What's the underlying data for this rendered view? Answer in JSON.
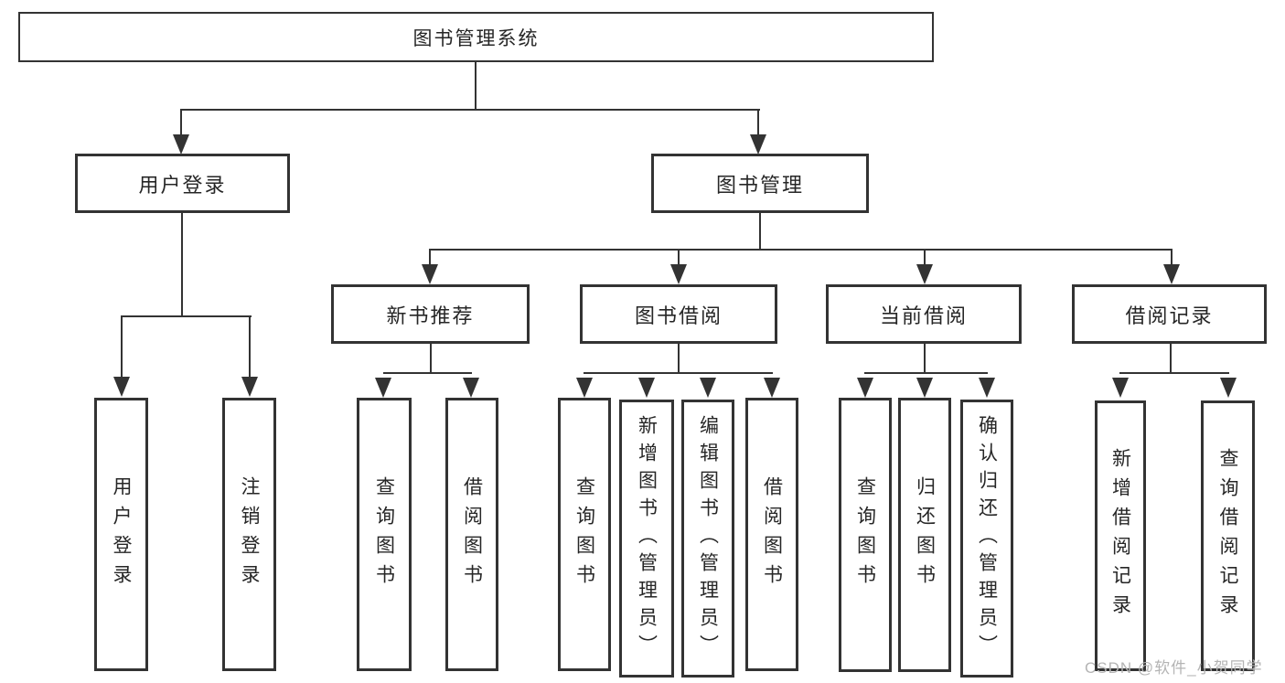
{
  "nodes": {
    "root": "图书管理系统",
    "user_login": "用户登录",
    "book_mgmt": "图书管理",
    "new_books": "新书推荐",
    "book_borrow": "图书借阅",
    "current_borrow": "当前借阅",
    "borrow_records": "借阅记录",
    "leaf_user_login": "用户登录",
    "leaf_logout": "注销登录",
    "leaf_query_books_nb": "查询图书",
    "leaf_borrow_books_nb": "借阅图书",
    "leaf_query_books_bb": "查询图书",
    "leaf_add_book_admin": "新增图书（管理员）",
    "leaf_edit_book_admin": "编辑图书（管理员）",
    "leaf_borrow_books_bb": "借阅图书",
    "leaf_query_books_cb": "查询图书",
    "leaf_return_books": "归还图书",
    "leaf_confirm_return_admin": "确认归还（管理员）",
    "leaf_add_borrow_record": "新增借阅记录",
    "leaf_query_borrow_record": "查询借阅记录"
  },
  "watermark": "CSDN @软件_小贺同学",
  "colors": {
    "line": "#333333",
    "text": "#262626",
    "box_fill": "#ffffff",
    "watermark": "#b4b4b4"
  }
}
